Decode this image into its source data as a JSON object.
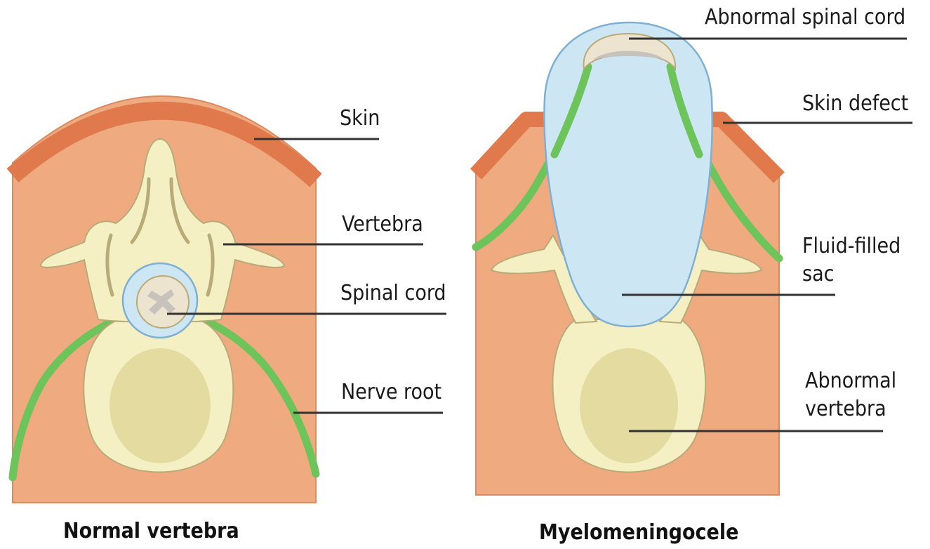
{
  "colors": {
    "background": "#ffffff",
    "tissue": "#efaa80",
    "tissue_edge": "#d98c62",
    "skin": "#e07a4d",
    "bone": "#f4f0c4",
    "bone_edge": "#b8ab78",
    "marrow": "#e3dba0",
    "nerve": "#6cc45a",
    "nerve_edge": "#3f9a3a",
    "sac": "#cde6f4",
    "sac_edge": "#7fb0d4",
    "cord": "#ece4cf",
    "cord_grey": "#c7c2bc",
    "leader_line": "#333333"
  },
  "normal": {
    "caption": "Normal vertebra",
    "labels": {
      "skin": "Skin",
      "vertebra": "Vertebra",
      "spinal_cord": "Spinal cord",
      "nerve_root": "Nerve root"
    }
  },
  "defect": {
    "caption": "Myelomeningocele",
    "labels": {
      "abnormal_cord": "Abnormal spinal cord",
      "skin_defect": "Skin defect",
      "sac_line1": "Fluid-filled",
      "sac_line2": "sac",
      "abnormal_vertebra_line1": "Abnormal",
      "abnormal_vertebra_line2": "vertebra"
    }
  }
}
